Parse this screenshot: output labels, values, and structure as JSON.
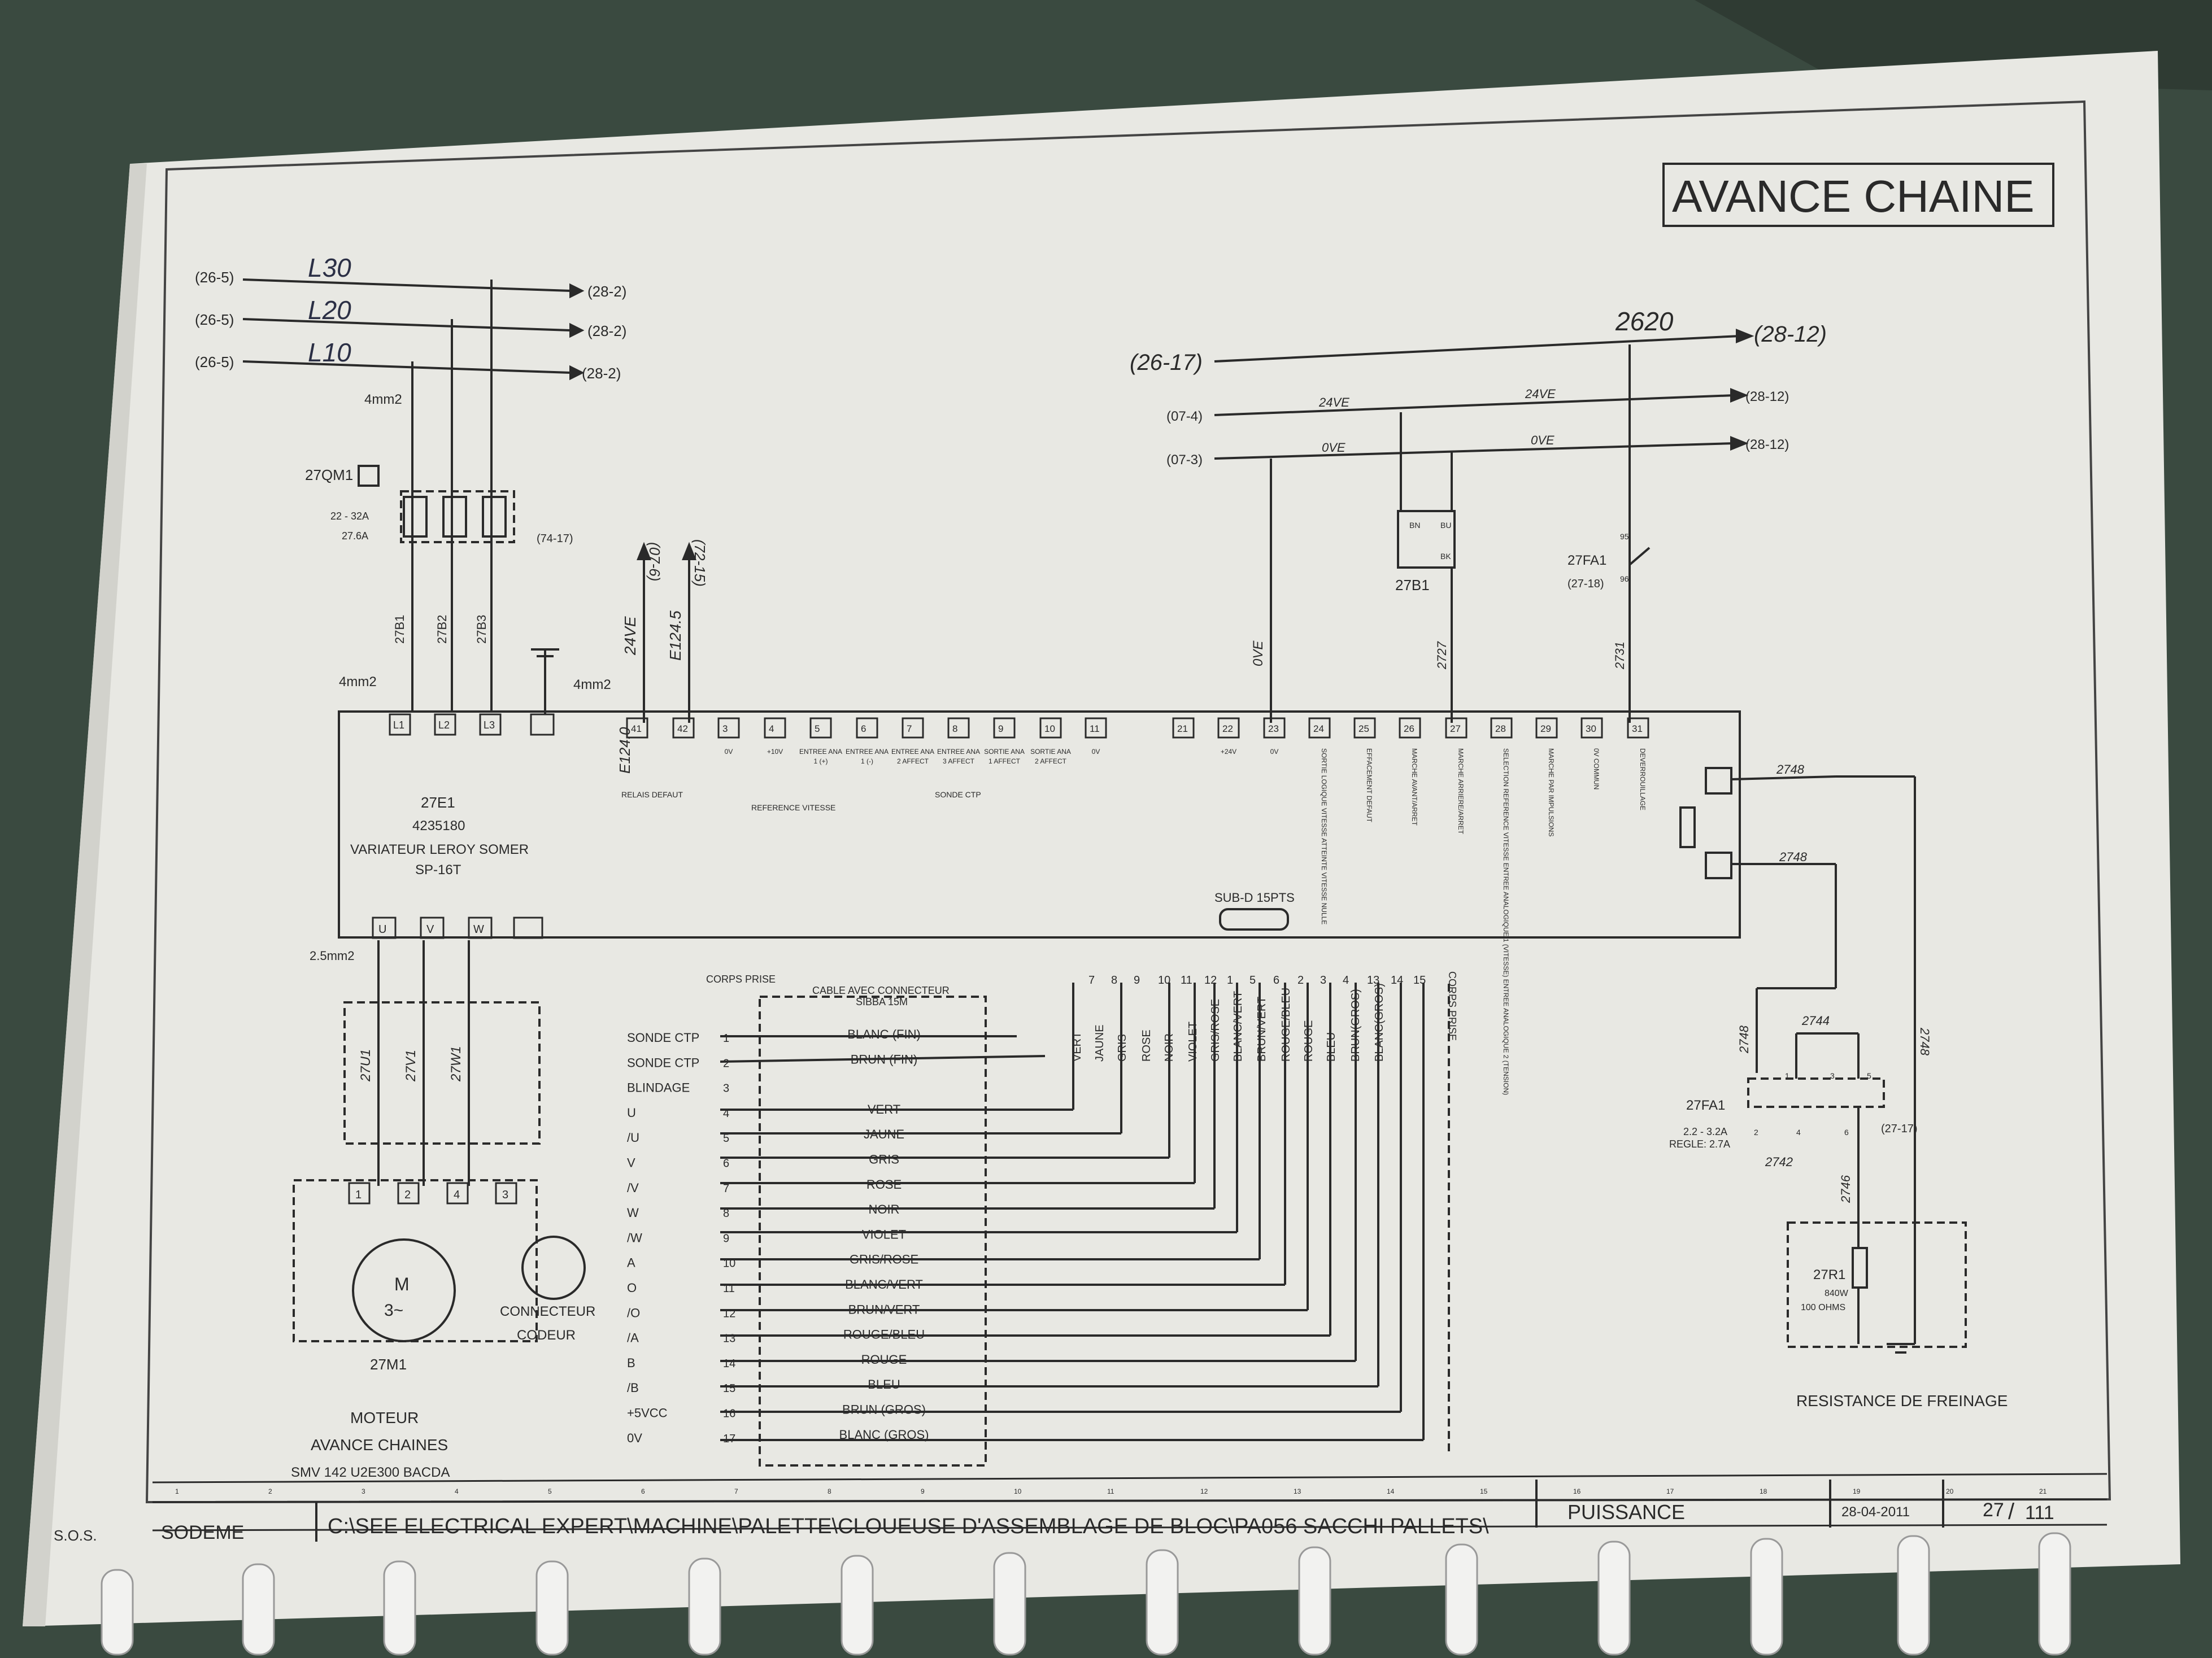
{
  "sheet": {
    "title": "AVANCE CHAINE",
    "company_short": "S.O.S.",
    "company": "SODEME",
    "path": "C:\\SEE ELECTRICAL EXPERT\\MACHINE\\PALETTE\\CLOUEUSE D'ASSEMBLAGE DE BLOC\\PA056 SACCHI PALLETS\\",
    "section": "PUISSANCE",
    "date": "28-04-2011",
    "page": "27",
    "page_total": "111",
    "columns": [
      "1",
      "2",
      "3",
      "4",
      "5",
      "6",
      "7",
      "8",
      "9",
      "10",
      "11",
      "12",
      "13",
      "14",
      "15",
      "16",
      "17",
      "18",
      "19",
      "20",
      "21"
    ]
  },
  "supply": {
    "lines": [
      {
        "from": "(26-5)",
        "label": "L30",
        "to": "(28-2)"
      },
      {
        "from": "(26-5)",
        "label": "L20",
        "to": "(28-2)"
      },
      {
        "from": "(26-5)",
        "label": "L10",
        "to": "(28-2)"
      }
    ],
    "section_top": "4mm2",
    "breaker": "27QM1",
    "breaker_range": "22 - 32A",
    "breaker_setting": "27.6A",
    "breaker_ref": "(74-17)",
    "cables": [
      "27B1",
      "27B2",
      "27B3"
    ],
    "section_bottom": "4mm2",
    "section_earth": "4mm2"
  },
  "relay_out": {
    "wires": [
      "24VE",
      "E124.5"
    ],
    "refs": [
      "(07-6)",
      "(72-15)"
    ],
    "contact_label": "E124.0"
  },
  "control_bus": {
    "main": {
      "from": "(26-17)",
      "label": "2620",
      "to": "(28-12)"
    },
    "line_24": {
      "from": "(07-4)",
      "labels": [
        "24VE",
        "24VE"
      ],
      "to": "(28-12)"
    },
    "line_0": {
      "from": "(07-3)",
      "labels": [
        "0VE",
        "0VE"
      ],
      "to": "(28-12)"
    },
    "wire_23": "0VE",
    "sensor": {
      "name": "27B1",
      "pins": [
        "BN",
        "BU",
        "BK"
      ]
    },
    "wire_27": "2727",
    "thermal": {
      "name": "27FA1",
      "ref": "(27-18)",
      "pins": [
        "95",
        "96"
      ]
    },
    "wire_31": "2731"
  },
  "drive": {
    "tag": "27E1",
    "ref": "4235180",
    "name": "VARIATEUR LEROY SOMER",
    "model": "SP-16T",
    "power_in": [
      "L1",
      "L2",
      "L3"
    ],
    "power_out": [
      "U",
      "V",
      "W"
    ],
    "subd": "SUB-D 15PTS",
    "terminals": [
      {
        "n": "41",
        "label": ""
      },
      {
        "n": "42",
        "label": ""
      },
      {
        "n": "3",
        "label": "0V"
      },
      {
        "n": "4",
        "label": "+10V"
      },
      {
        "n": "5",
        "label": "ENTREE ANA 1 (+)"
      },
      {
        "n": "6",
        "label": "ENTREE ANA 1 (-)"
      },
      {
        "n": "7",
        "label": "ENTREE ANA 2 AFFECT"
      },
      {
        "n": "8",
        "label": "ENTREE ANA 3 AFFECT"
      },
      {
        "n": "9",
        "label": "SORTIE ANA 1 AFFECT"
      },
      {
        "n": "10",
        "label": "SORTIE ANA 2 AFFECT"
      },
      {
        "n": "11",
        "label": "0V"
      },
      {
        "n": "21",
        "label": ""
      },
      {
        "n": "22",
        "label": "+24V"
      },
      {
        "n": "23",
        "label": "0V"
      },
      {
        "n": "24",
        "label": "SORTIE LOGIQUE VITESSE ATTEINTE VITESSE NULLE"
      },
      {
        "n": "25",
        "label": "EFFACEMENT DEFAUT"
      },
      {
        "n": "26",
        "label": "MARCHE AVANT/ARRET"
      },
      {
        "n": "27",
        "label": "MARCHE ARRIERE/ARRET"
      },
      {
        "n": "28",
        "label": "SELECTION REFERENCE VITESSE ENTREE ANALOGIQUE 1 (VITESSE) ENTREE ANALOGIQUE 2 (TENSION)"
      },
      {
        "n": "29",
        "label": "MARCHE PAR IMPULSIONS"
      },
      {
        "n": "30",
        "label": "0V COMMUN"
      },
      {
        "n": "31",
        "label": "DEVERROUILLAGE"
      }
    ],
    "group_labels": [
      "RELAIS DEFAUT",
      "REFERENCE VITESSE",
      "SONDE CTP"
    ]
  },
  "motor": {
    "section": "2.5mm2",
    "cables": [
      "27U1",
      "27V1",
      "27W1"
    ],
    "terminals": [
      "1",
      "2",
      "4",
      "3"
    ],
    "symbol": "M",
    "phase": "3~",
    "tag": "27M1",
    "title1": "MOTEUR",
    "title2": "AVANCE CHAINES",
    "model": "SMV 142 U2E300 BACDA",
    "encoder1": "CONNECTEUR",
    "encoder2": "CODEUR"
  },
  "encoder_cable": {
    "corps1": "CORPS PRISE",
    "header1": "CABLE AVEC CONNECTEUR",
    "header2": "SIBBA 15M",
    "corps2": "CORPS PRISE",
    "pins": [
      {
        "signal": "SONDE CTP",
        "pin": "1",
        "wire": "BLANC (FIN)"
      },
      {
        "signal": "SONDE CTP",
        "pin": "2",
        "wire": "BRUN (FIN)"
      },
      {
        "signal": "BLINDAGE",
        "pin": "3",
        "wire": ""
      },
      {
        "signal": "U",
        "pin": "4",
        "wire": "VERT"
      },
      {
        "signal": "/U",
        "pin": "5",
        "wire": "JAUNE"
      },
      {
        "signal": "V",
        "pin": "6",
        "wire": "GRIS"
      },
      {
        "signal": "/V",
        "pin": "7",
        "wire": "ROSE"
      },
      {
        "signal": "W",
        "pin": "8",
        "wire": "NOIR"
      },
      {
        "signal": "/W",
        "pin": "9",
        "wire": "VIOLET"
      },
      {
        "signal": "A",
        "pin": "10",
        "wire": "GRIS/ROSE"
      },
      {
        "signal": "O",
        "pin": "11",
        "wire": "BLANC/VERT"
      },
      {
        "signal": "/O",
        "pin": "12",
        "wire": "BRUN/VERT"
      },
      {
        "signal": "/A",
        "pin": "13",
        "wire": "ROUGE/BLEU"
      },
      {
        "signal": "B",
        "pin": "14",
        "wire": "ROUGE"
      },
      {
        "signal": "/B",
        "pin": "15",
        "wire": "BLEU"
      },
      {
        "signal": "+5VCC",
        "pin": "16",
        "wire": "BRUN (GROS)"
      },
      {
        "signal": "0V",
        "pin": "17",
        "wire": "BLANC (GROS)"
      }
    ],
    "subd_pins": [
      "7",
      "8",
      "9",
      "10",
      "11",
      "12",
      "1",
      "5",
      "6",
      "2",
      "3",
      "4",
      "13",
      "14",
      "15"
    ],
    "subd_wires": [
      "VERT",
      "JAUNE",
      "GRIS",
      "ROSE",
      "NOIR",
      "VIOLET",
      "GRIS/ROSE",
      "BLANC/VERT",
      "BRUN/VERT",
      "ROUGE/BLEU",
      "ROUGE",
      "BLEU",
      "BRUN(GROS)",
      "BLANC(GROS)"
    ]
  },
  "brake": {
    "wires": [
      "2748",
      "2748",
      "2748",
      "2744",
      "2748",
      "2742",
      "2746"
    ],
    "thermal": "27FA1",
    "thermal_range": "2.2 - 3.2A",
    "thermal_setting": "REGLE: 2.7A",
    "thermal_ref": "(27-17)",
    "thermal_pins": [
      "1",
      "3",
      "5",
      "2",
      "4",
      "6"
    ],
    "resistor": "27R1",
    "power": "840W",
    "ohms": "100 OHMS",
    "title": "RESISTANCE DE FREINAGE"
  },
  "colors": {
    "paper": "#e8e8e3",
    "ink": "#2a2a2a",
    "handwriting": "#2b2f45",
    "background": "#3a4a40"
  }
}
